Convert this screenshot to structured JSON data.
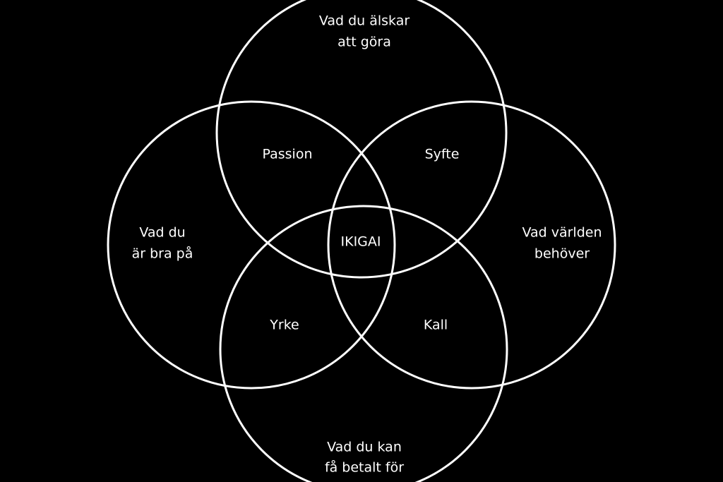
{
  "colors": {
    "background": "#000000",
    "stroke": "#ffffff",
    "text": "#ffffff"
  },
  "circles": {
    "top": {
      "line1": "Vad du älskar",
      "line2": "att göra"
    },
    "left": {
      "line1": "Vad du",
      "line2": "är bra på"
    },
    "right": {
      "line1": "Vad världen",
      "line2": "behöver"
    },
    "bottom": {
      "line1": "Vad du kan",
      "line2": "få betalt för"
    }
  },
  "overlaps": {
    "passion": "Passion",
    "syfte": "Syfte",
    "yrke": "Yrke",
    "kall": "Kall",
    "center": "IKIGAI"
  }
}
